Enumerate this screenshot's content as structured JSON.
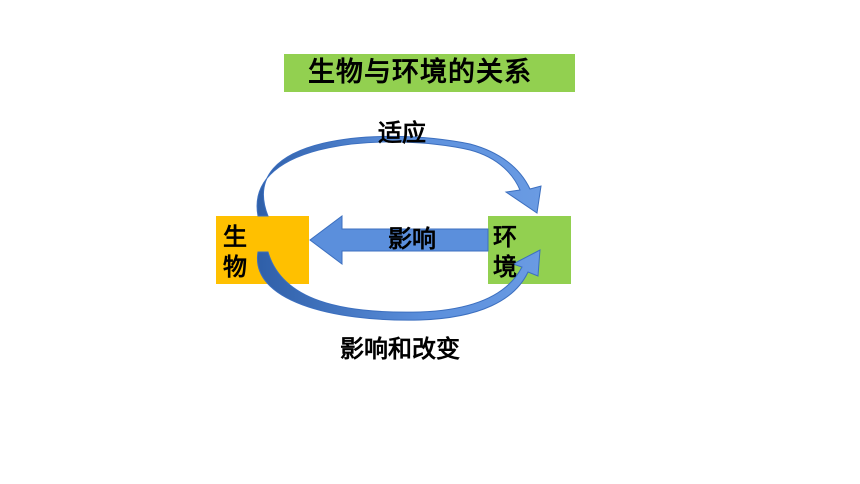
{
  "title": "生物与环境的关系",
  "nodes": {
    "organism": {
      "label": "生物",
      "color": "#ffc000"
    },
    "environment": {
      "label": "环境",
      "color": "#92d050"
    }
  },
  "relations": {
    "top": "适应",
    "middle": "影响",
    "bottom": "影响和改变"
  },
  "colors": {
    "arrow": "#5b8fdc",
    "arrow_dark": "#2f5fa8",
    "title_bg": "#92d050"
  }
}
